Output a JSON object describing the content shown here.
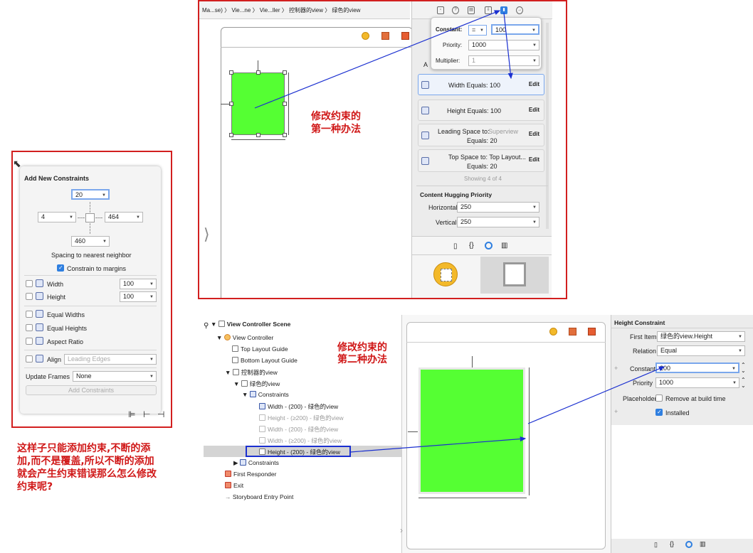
{
  "add_constraints": {
    "title": "Add New Constraints",
    "top_value": "20",
    "left_value": "4",
    "right_value": "464",
    "bottom_value": "460",
    "spacing_label": "Spacing to nearest neighbor",
    "constrain_margins_label": "Constrain to margins",
    "width_label": "Width",
    "width_value": "100",
    "height_label": "Height",
    "height_value": "100",
    "equal_widths_label": "Equal Widths",
    "equal_heights_label": "Equal Heights",
    "aspect_ratio_label": "Aspect Ratio",
    "align_label": "Align",
    "align_value": "Leading Edges",
    "update_frames_label": "Update Frames",
    "update_frames_value": "None",
    "add_button": "Add Constraints"
  },
  "annotations": {
    "left_note": "这样子只能添加约束,不断的添加,而不是覆盖,所以不断的添加就会产生约束错误那么怎么修改约束呢?",
    "method1_line1": "修改约束的",
    "method1_line2": "第一种办法",
    "method2_line1": "修改约束的",
    "method2_line2": "第二种办法"
  },
  "top_editor": {
    "breadcrumb": "Ma...se) 〉 Vie...ne 〉 Vie...ller 〉 控制器的view 〉 绿色的view",
    "popover": {
      "constant_label": "Constant:",
      "relation": "=",
      "constant_value": "100",
      "priority_label": "Priority:",
      "priority_value": "1000",
      "multiplier_label": "Multiplier:",
      "multiplier_value": "1"
    },
    "constraints": [
      {
        "line1": "Width Equals: 100",
        "line2": "",
        "edit": "Edit"
      },
      {
        "line1": "Height Equals: 100",
        "line2": "",
        "edit": "Edit"
      },
      {
        "line1": "Leading Space to:",
        "line1_gray": "Superview",
        "line2": "Equals: 20",
        "edit": "Edit"
      },
      {
        "line1": "Top Space to: Top Layout...",
        "line2": "Equals: 20",
        "edit": "Edit"
      }
    ],
    "showing": "Showing 4 of 4",
    "hugging_title": "Content Hugging Priority",
    "horizontal_label": "Horizontal",
    "horizontal_value": "250",
    "vertical_label": "Vertical",
    "vertical_value": "250",
    "a_fragment": "A"
  },
  "bottom_editor": {
    "scene_title": "View Controller Scene",
    "tree": [
      {
        "label": "View Controller",
        "icon": "view-controller-icon"
      },
      {
        "label": "Top Layout Guide",
        "icon": "layout-guide-icon"
      },
      {
        "label": "Bottom Layout Guide",
        "icon": "layout-guide-icon"
      },
      {
        "label": "控制器的view",
        "icon": "view-icon"
      },
      {
        "label": "绿色的view",
        "icon": "view-icon"
      },
      {
        "label": "Constraints",
        "icon": "constraints-icon"
      },
      {
        "label": "Width - (200) - 绿色的view",
        "icon": "constraint-icon"
      },
      {
        "label": "Height - (≥200) - 绿色的view",
        "icon": "constraint-icon"
      },
      {
        "label": "Width - (200) - 绿色的view",
        "icon": "constraint-icon"
      },
      {
        "label": "Width - (≥200) - 绿色的view",
        "icon": "constraint-icon"
      },
      {
        "label": "Height - (200) - 绿色的view",
        "icon": "constraint-icon"
      },
      {
        "label": "Constraints",
        "icon": "constraints-icon"
      },
      {
        "label": "First Responder",
        "icon": "first-responder-icon"
      },
      {
        "label": "Exit",
        "icon": "exit-icon"
      },
      {
        "label": "Storyboard Entry Point",
        "icon": "arrow-icon"
      }
    ],
    "inspector": {
      "title": "Height Constraint",
      "first_item_label": "First Item",
      "first_item_value": "绿色的view.Height",
      "relation_label": "Relation",
      "relation_value": "Equal",
      "constant_label": "Constant",
      "constant_value": "200",
      "priority_label": "Priority",
      "priority_value": "1000",
      "placeholder_label": "Placeholder",
      "remove_label": "Remove at build time",
      "installed_label": "Installed"
    }
  },
  "colors": {
    "frame_red": "#d21f1f",
    "green_view": "#55ff33",
    "arrow_blue": "#1a2fd0",
    "accent_blue": "#2f7fe0"
  }
}
